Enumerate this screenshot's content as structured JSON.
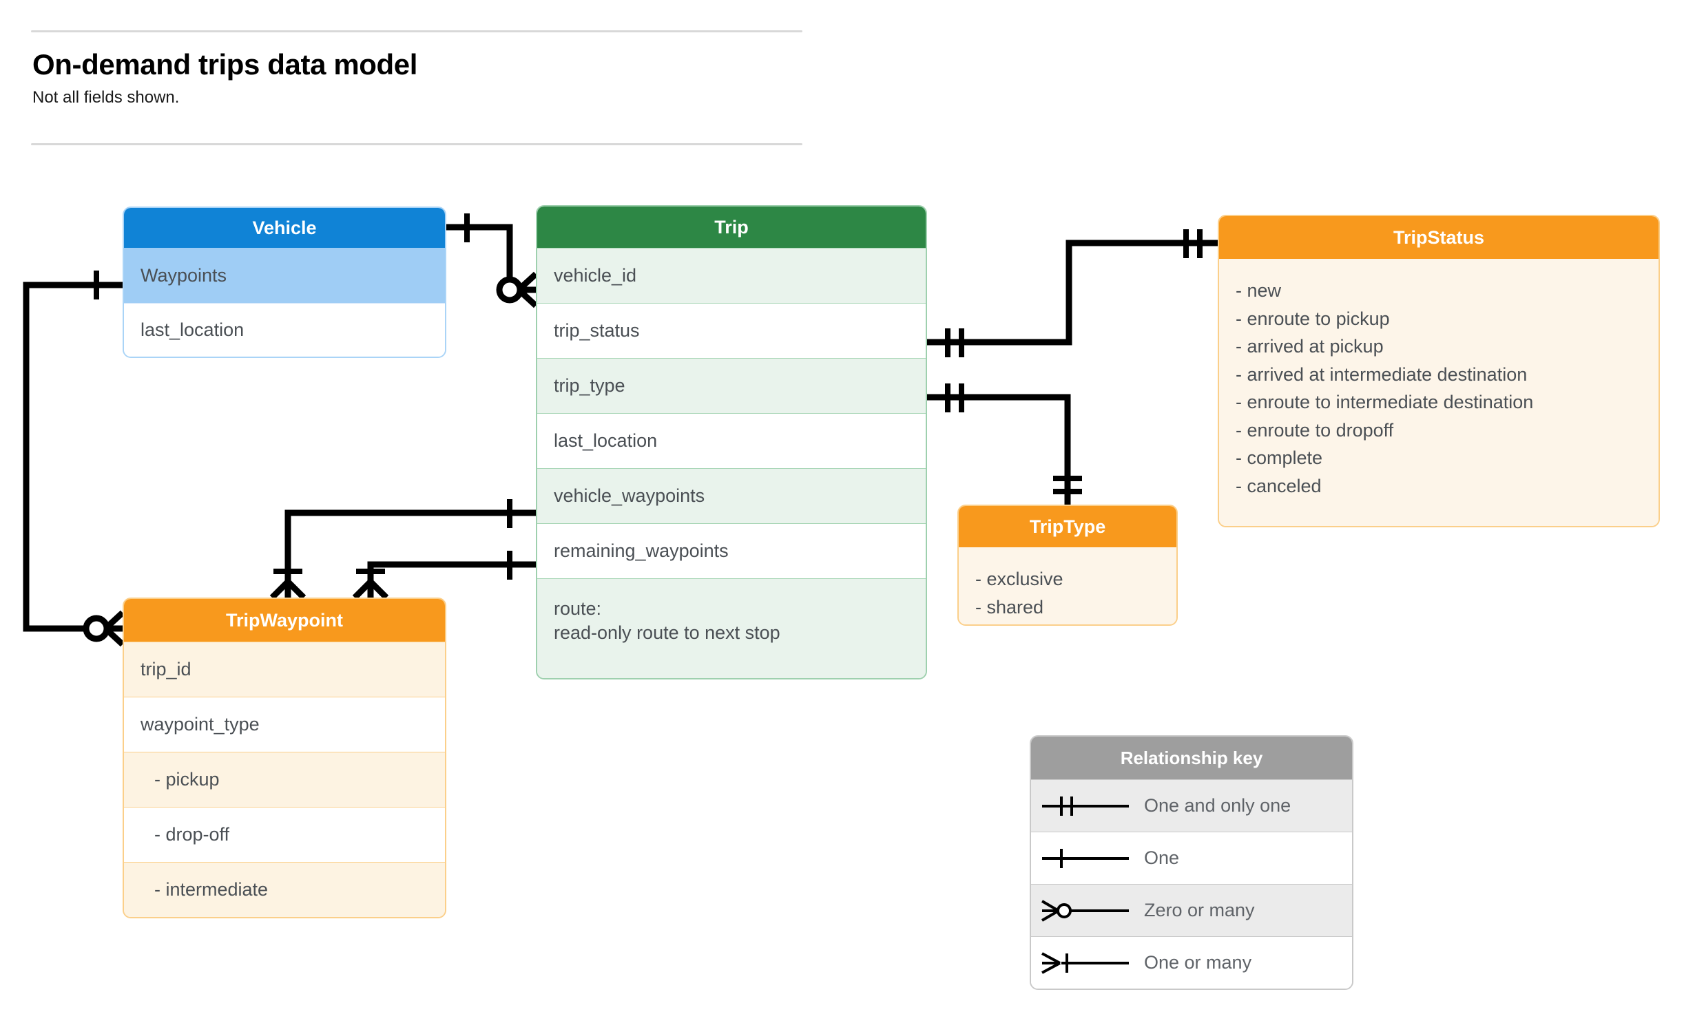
{
  "header": {
    "title": "On-demand trips data model",
    "subtitle": "Not all fields shown."
  },
  "colors": {
    "vehicle_header": "#1083d6",
    "vehicle_key_row": "#9fcdf5",
    "trip_header": "#2d8745",
    "trip_row_tint": "#e9f3ec",
    "orange_header": "#f8991d",
    "orange_body": "#fdf5e9",
    "legend_header": "#9e9e9e",
    "legend_row_tint": "#ebebeb",
    "connector": "#000000",
    "text": "#4a4f54"
  },
  "entities": {
    "vehicle": {
      "name": "Vehicle",
      "fields": [
        "Waypoints",
        "last_location"
      ]
    },
    "trip": {
      "name": "Trip",
      "fields": [
        "vehicle_id",
        "trip_status",
        "trip_type",
        "last_location",
        "vehicle_waypoints",
        "remaining_waypoints"
      ],
      "route_label": "route:",
      "route_desc": "read-only route to next stop"
    },
    "trip_waypoint": {
      "name": "TripWaypoint",
      "fields": [
        "trip_id",
        "waypoint_type"
      ],
      "waypoint_types": [
        "-  pickup",
        "-  drop-off",
        "-  intermediate"
      ]
    },
    "trip_type": {
      "name": "TripType",
      "values": [
        "- exclusive",
        "- shared"
      ]
    },
    "trip_status": {
      "name": "TripStatus",
      "values": [
        "- new",
        "- enroute to pickup",
        "- arrived at pickup",
        "- arrived at intermediate destination",
        "- enroute to intermediate destination",
        "- enroute to dropoff",
        "- complete",
        "- canceled"
      ]
    }
  },
  "legend": {
    "title": "Relationship key",
    "rows": [
      {
        "symbol": "one-and-only-one",
        "label": "One and only one"
      },
      {
        "symbol": "one",
        "label": "One"
      },
      {
        "symbol": "zero-or-many",
        "label": "Zero or many"
      },
      {
        "symbol": "one-or-many",
        "label": "One or many"
      }
    ]
  },
  "relationships": [
    {
      "from": "Vehicle",
      "from_card": "one",
      "to": "Trip.vehicle_id",
      "to_card": "zero-or-many"
    },
    {
      "from": "Vehicle.Waypoints",
      "from_card": "one",
      "to": "TripWaypoint",
      "to_card": "zero-or-many"
    },
    {
      "from": "Trip.trip_status",
      "from_card": "one-and-only-one",
      "to": "TripStatus",
      "to_card": "one-and-only-one"
    },
    {
      "from": "Trip.trip_type",
      "from_card": "one-and-only-one",
      "to": "TripType",
      "to_card": "one-and-only-one"
    },
    {
      "from": "Trip.vehicle_waypoints",
      "from_card": "one",
      "to": "TripWaypoint",
      "to_card": "one-or-many"
    },
    {
      "from": "Trip.remaining_waypoints",
      "from_card": "one",
      "to": "TripWaypoint",
      "to_card": "one-or-many"
    }
  ]
}
